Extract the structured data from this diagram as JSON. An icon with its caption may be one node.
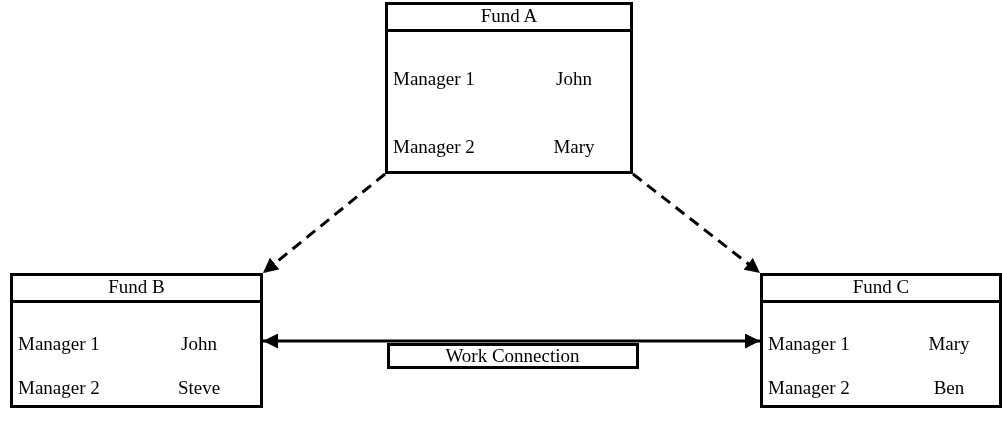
{
  "diagram": {
    "nodes": [
      {
        "text": [
          "Fund A",
          "Manager 1",
          "John",
          "Manager 2",
          "Mary"
        ]
      },
      {
        "text": [
          "Fund B",
          "Manager 1",
          "John",
          "Manager 2",
          "Steve"
        ]
      },
      {
        "text": [
          "Fund C",
          "Manager 1",
          "Mary",
          "Manager 2",
          "Ben"
        ]
      }
    ],
    "edges": [
      {
        "from": 0,
        "to": 1,
        "arrow": "to",
        "style": "dashed"
      },
      {
        "from": 0,
        "to": 2,
        "arrow": "to",
        "style": "dashed"
      },
      {
        "from": 1,
        "to": 2,
        "arrow": "both",
        "label": "Work Connection"
      }
    ]
  }
}
